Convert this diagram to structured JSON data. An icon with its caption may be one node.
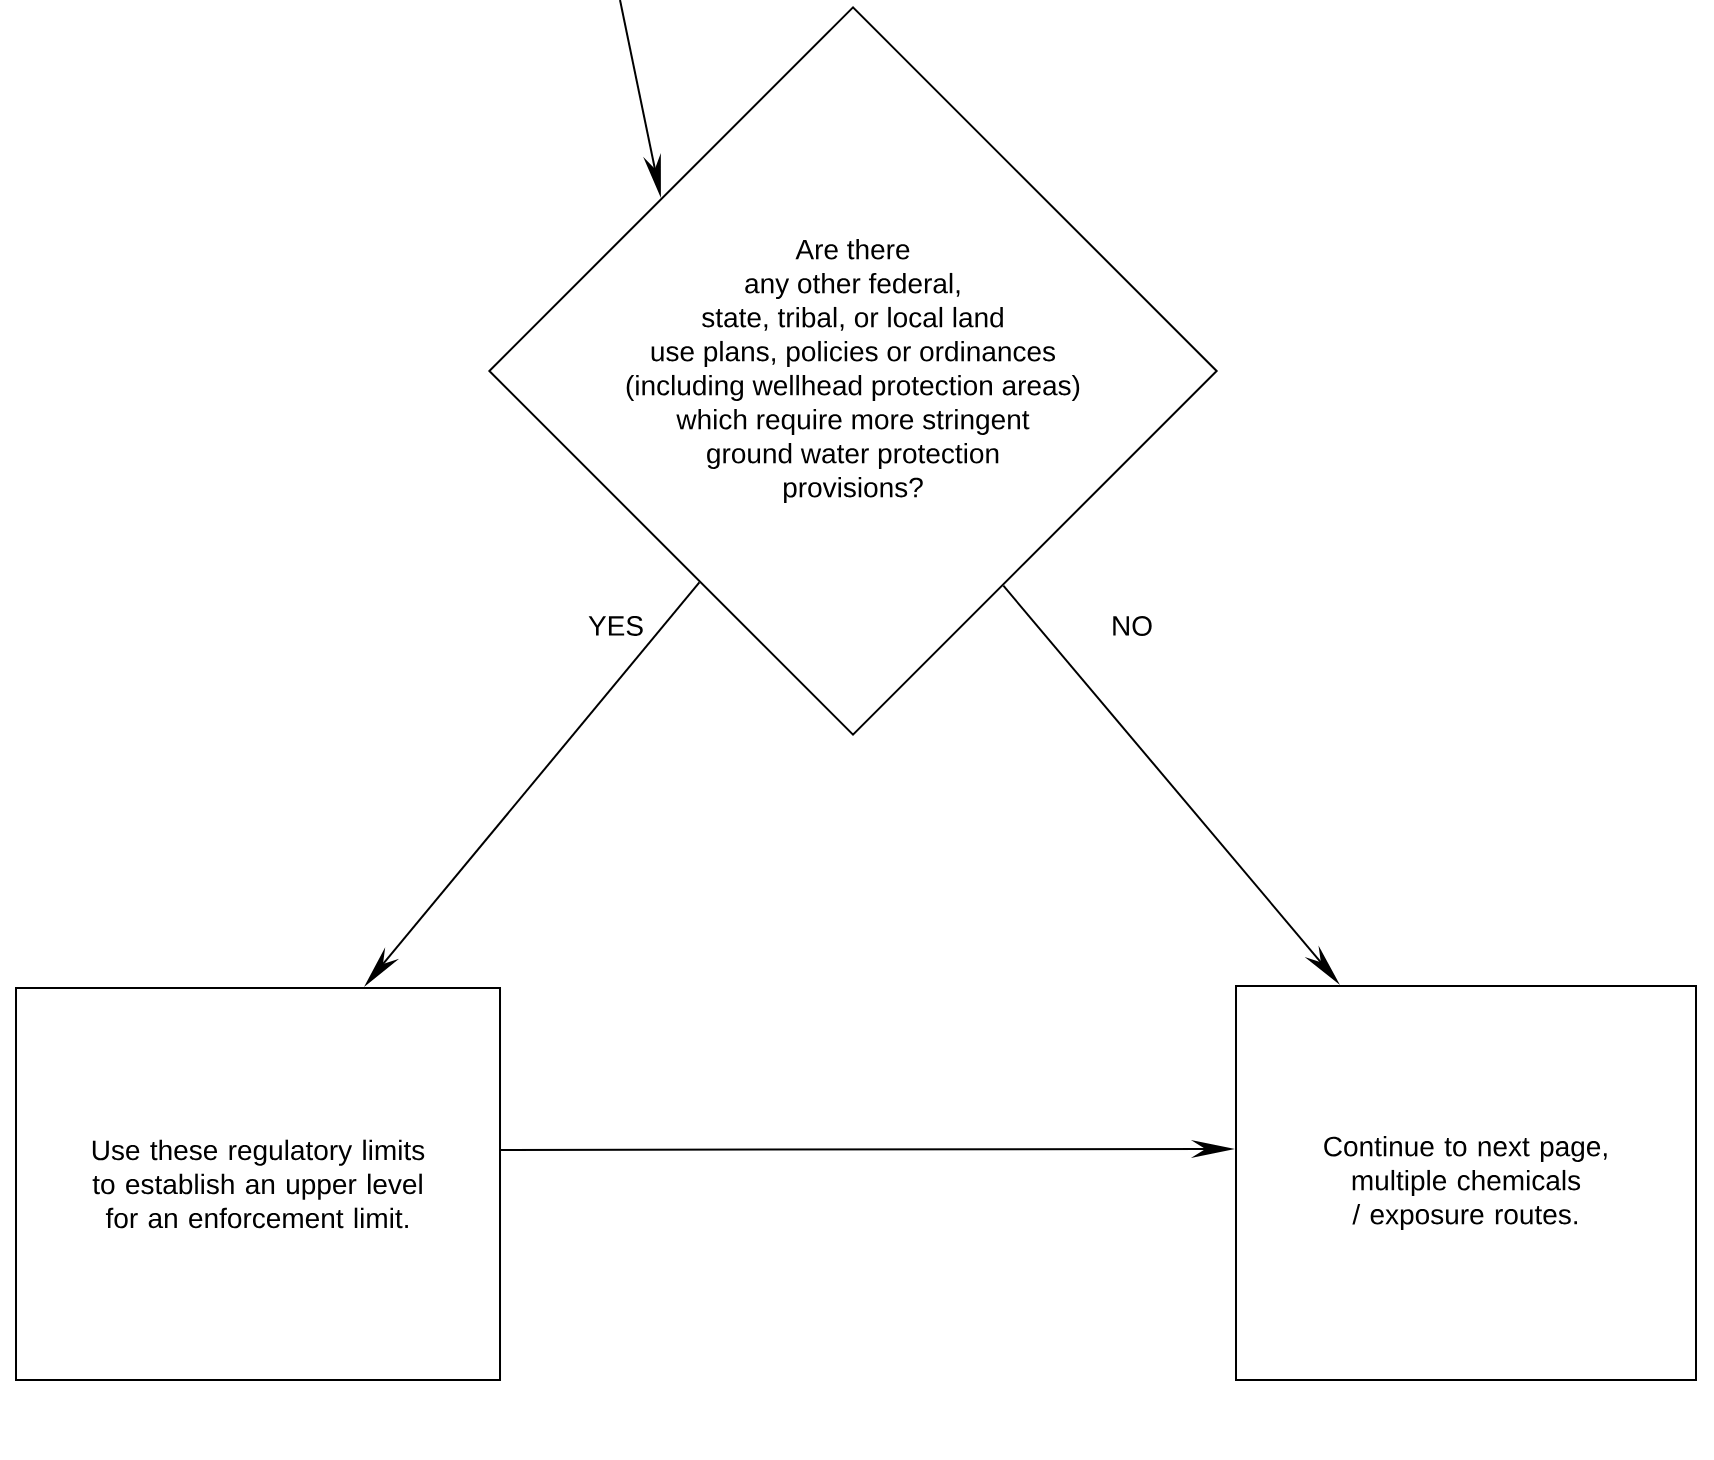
{
  "diagram": {
    "nodes": [
      {
        "text": [
          "Are there any other federal, state, tribal, or local land use plans, policies or ordinances (including wellhead protection areas) which require more stringent ground water protection provisions?"
        ]
      },
      {
        "text": [
          "Use these regulatory limits to establish an upper level for an enforcement limit."
        ]
      },
      {
        "text": [
          "Continue to next page, multiple chemicals / exposure routes."
        ]
      }
    ],
    "edges": [
      {
        "from": null,
        "to": 0,
        "arrow": "to"
      },
      {
        "from": 0,
        "to": 1,
        "arrow": "to",
        "label": "YES"
      },
      {
        "from": 0,
        "to": 2,
        "arrow": "to",
        "label": "NO"
      },
      {
        "from": 1,
        "to": 2,
        "arrow": "to"
      }
    ]
  }
}
